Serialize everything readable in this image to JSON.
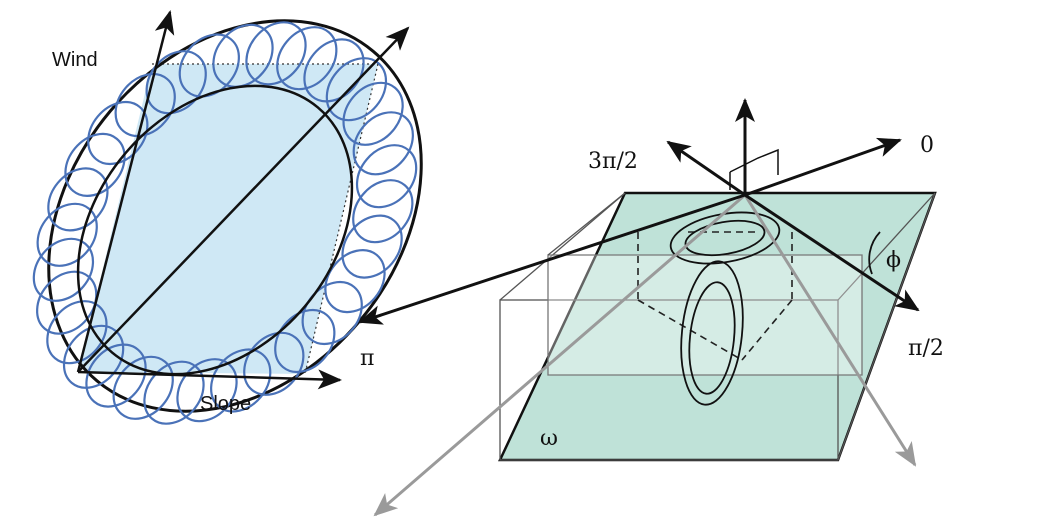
{
  "left_figure": {
    "wind_label": "Wind",
    "slope_label": "Slope",
    "fill_color": "#cfe8f5",
    "loop_color": "#4a72b8"
  },
  "right_figure": {
    "angle_0": "0",
    "angle_3pi_2": "3π/2",
    "angle_pi": "π",
    "angle_pi_2": "π/2",
    "phi_label": "ϕ",
    "omega_label": "ω",
    "plane_color": "#bfe2d8"
  }
}
